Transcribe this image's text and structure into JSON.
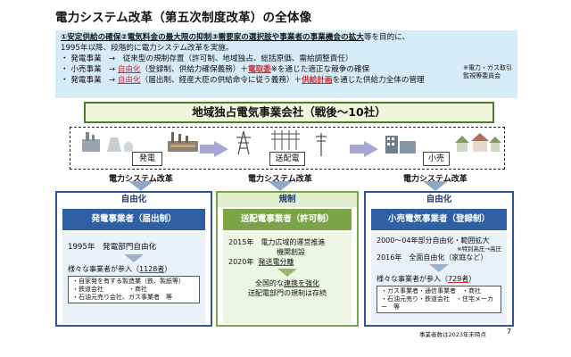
{
  "title": "電力システム改革（第五次制度改革）の全体像",
  "intro": {
    "line1_a": "①安定供給の確保",
    "line1_b": "②電気料金の最大限の抑制",
    "line1_c": "③需要家の選択肢や事業者の事業機会の拡大",
    "line1_d": "等を目的に、",
    "line2": "1995年以降、段階的に電力システム改革を実施。",
    "b1_a": "・ 発電事業",
    "b1_b": "→　従来型の規制存置（許可制、地域独占、総括原価、需給調整責任）",
    "b2_a": "・ 小売事業",
    "b2_b": "→",
    "b2_lib": "自由化",
    "b2_c": "（登録制、供給力確保義務）＋",
    "b2_d": "電取委",
    "b2_e": "※を通じた適正な競争の確保",
    "b3_a": "・ 発電事業",
    "b3_b": "→",
    "b3_lib": "自由化",
    "b3_c": "（届出制、経産大臣の供給命令に従う義務）＋",
    "b3_d": "供給計画",
    "b3_e": "を通じた供給力全体の管理",
    "note1": "※電力・ガス取引",
    "note2": "監視等委員会"
  },
  "monopoly": "地域独占電気事業会社（戦後〜10社）",
  "stages": {
    "gen": "発電",
    "trans": "送配電",
    "retail": "小売"
  },
  "reform_label": "電力システム改革",
  "columns": [
    {
      "head": "自由化",
      "sub": "発電事業者（届出制）",
      "l1": "1995年　発電部門自由化",
      "l2a": "様々な事業者が参入（",
      "l2b": "1128者",
      "l2c": "）",
      "items": [
        "・自家発を有する製造業（鉄、製紙等）",
        "・鉄道会社　　　　・商社",
        "・石油元売り会社、ガス事業者　等"
      ]
    },
    {
      "head": "規制",
      "sub": "送配電事業者（許可制）",
      "l1a": "2015年　電力広域的運営推進",
      "l1b": "機関創設",
      "l2a": "2020年",
      "l2b": "発送電分離",
      "l3a": "全国的な",
      "l3b": "連携を強化",
      "l4": "送配電部門の規制は存続"
    },
    {
      "head": "自由化",
      "sub": "小売電気事業者（登録制）",
      "l1": "2000〜04年部分自由化・範囲拡大",
      "l1note": "※特別高圧→高圧",
      "l2": "2016年　全面自由化（家庭など）",
      "l3a": "様々な事業者が参入（",
      "l3b": "729者",
      "l3c": "）",
      "items": [
        "・ガス事業者・通信事業者　・商社",
        "・石油元売り・鉄道会社　・住宅メーカー　等"
      ]
    }
  ],
  "footnote": "事業者数は2023年末時点",
  "page_number": "7"
}
